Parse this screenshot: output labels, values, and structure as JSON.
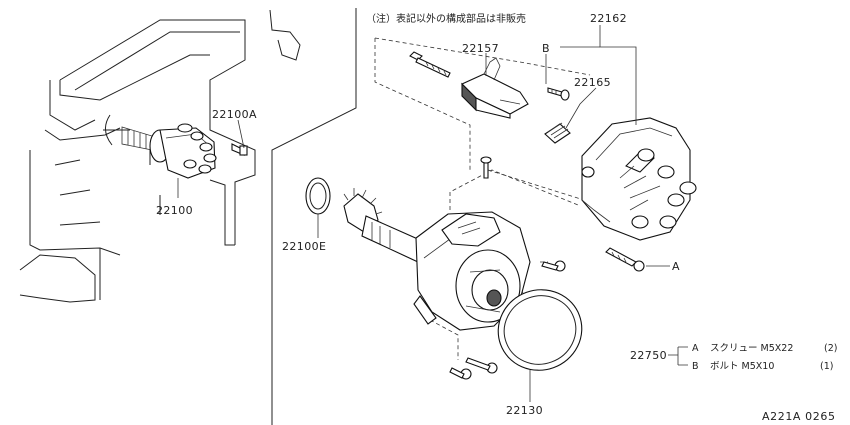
{
  "note": "（注）表記以外の構成部品は非販売",
  "parts": {
    "p22162": "22162",
    "p22157": "22157",
    "p22165": "22165",
    "p22100A": "22100A",
    "p22100": "22100",
    "p22100E": "22100E",
    "p22130": "22130",
    "p22750": "22750"
  },
  "markers": {
    "a": "A",
    "b": "B"
  },
  "legend": {
    "a_letter": "A",
    "a_text": "スクリュー M5X22",
    "a_qty": "(2)",
    "b_letter": "B",
    "b_text": "ボルト M5X10",
    "b_qty": "(1)"
  },
  "diagram_code": "A221A 0265"
}
